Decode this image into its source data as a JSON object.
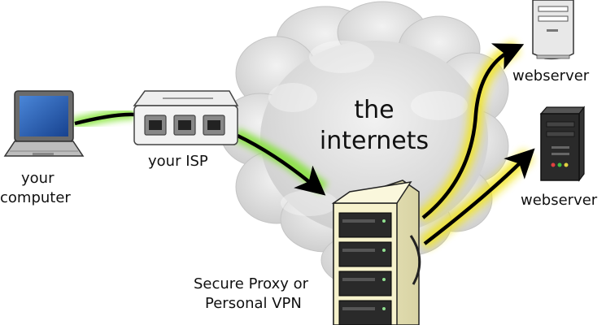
{
  "labels": {
    "computer_line1": "your",
    "computer_line2": "computer",
    "isp": "your ISP",
    "cloud_line1": "the",
    "cloud_line2": "internets",
    "proxy_line1": "Secure Proxy or",
    "proxy_line2": "Personal VPN",
    "webserver_top": "webserver",
    "webserver_bottom": "webserver"
  },
  "icons": {
    "computer": "laptop-icon",
    "isp": "router-icon",
    "cloud": "cloud-icon",
    "proxy": "server-rack-icon",
    "webserver_top": "webserver-tower-icon",
    "webserver_bottom": "webserver-tower-icon"
  },
  "colors": {
    "arrow": "#000000",
    "glow_green": "#7ee32a",
    "glow_yellow": "#f2e51a",
    "cloud": "#d9d9d9",
    "laptop_screen": "#2a5fb8"
  }
}
